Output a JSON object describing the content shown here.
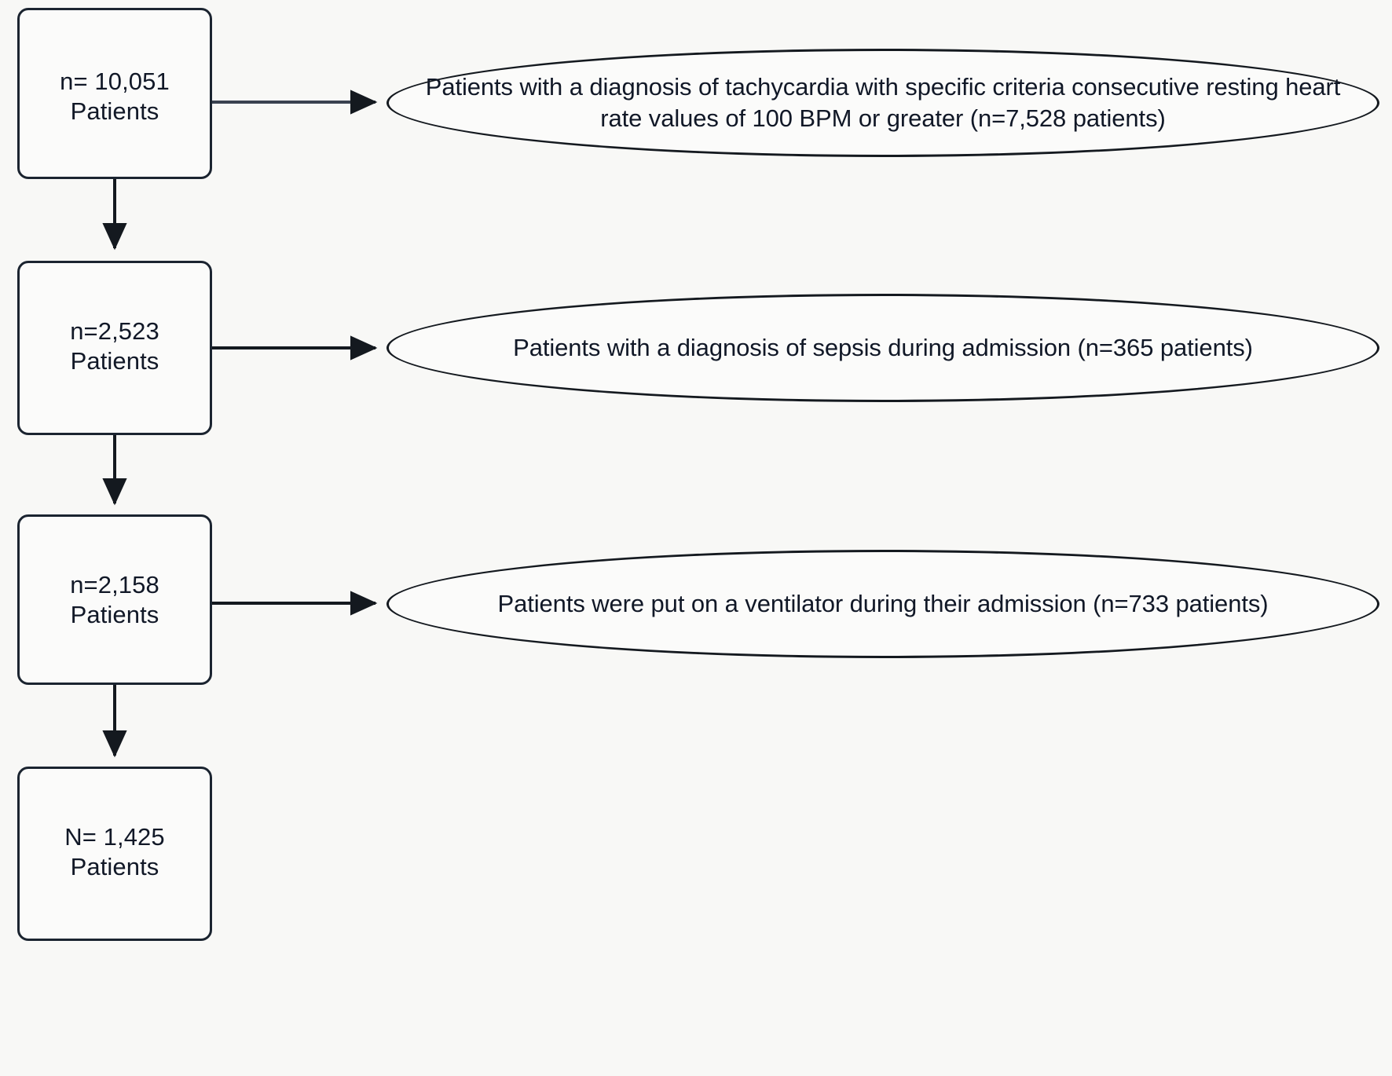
{
  "diagram": {
    "type": "patient-flow-chart",
    "background_color": "#f8f8f6",
    "stroke_color": "#1b2430",
    "text_color": "#111827",
    "boxes": [
      {
        "id": "box-initial-cohort",
        "line1": "n= 10,051",
        "line2": "Patients"
      },
      {
        "id": "box-after-tachycardia-exclusion",
        "line1": "n=2,523",
        "line2": "Patients"
      },
      {
        "id": "box-after-sepsis-exclusion",
        "line1": "n=2,158",
        "line2": "Patients"
      },
      {
        "id": "box-final-cohort",
        "line1": "N= 1,425",
        "line2": "Patients"
      }
    ],
    "exclusions": [
      {
        "id": "exclusion-tachycardia",
        "text": "Patients with a diagnosis of tachycardia with specific criteria consecutive resting heart rate values of 100 BPM or greater (n=7,528 patients)",
        "excluded_n": "7,528"
      },
      {
        "id": "exclusion-sepsis",
        "text": "Patients with a diagnosis of sepsis during admission (n=365 patients)",
        "excluded_n": "365"
      },
      {
        "id": "exclusion-ventilator",
        "text": "Patients were put on a ventilator during their admission (n=733 patients)",
        "excluded_n": "733"
      }
    ]
  }
}
